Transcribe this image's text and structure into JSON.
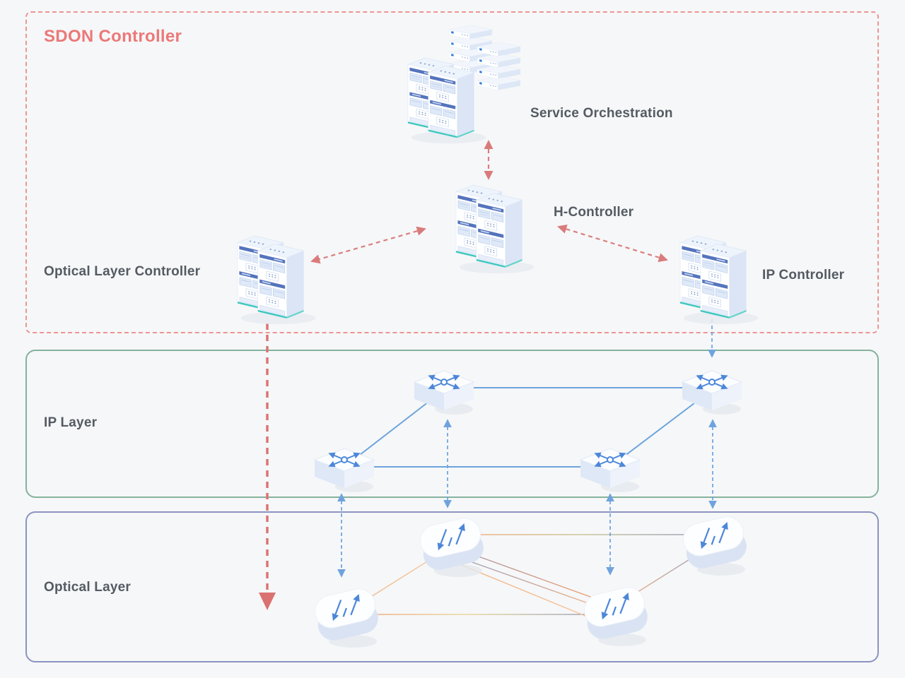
{
  "title": "SDON Controller",
  "labels": {
    "sdon_controller": "SDON Controller",
    "service_orchestration": "Service Orchestration",
    "h_controller": "H-Controller",
    "optical_layer_controller": "Optical Layer Controller",
    "ip_controller": "IP Controller",
    "ip_layer": "IP Layer",
    "optical_layer": "Optical Layer"
  },
  "colors": {
    "background": "#f6f7f8",
    "sdon_border": "#ec9595",
    "ip_layer_border": "#84b29d",
    "optical_layer_border": "#8b94c1",
    "title_text": "#ec7878",
    "label_text": "#555b63",
    "control_arrow_red": "#d97b7b",
    "data_link_blue": "#6ca4dd",
    "dashed_link_blue": "#72a5e2",
    "optical_link_orange": "#f0ad7a",
    "optical_link_gray": "#9aa0ba",
    "server_accent_teal": "#3fc8c0"
  },
  "diagram": {
    "controllers": [
      {
        "id": "service-orchestration",
        "label": "Service Orchestration",
        "icon": "server-rack-cluster-icon"
      },
      {
        "id": "h-controller",
        "label": "H-Controller",
        "icon": "server-rack-pair-icon"
      },
      {
        "id": "optical-layer-controller",
        "label": "Optical Layer Controller",
        "icon": "server-rack-pair-icon"
      },
      {
        "id": "ip-controller",
        "label": "IP Controller",
        "icon": "server-rack-pair-icon"
      }
    ],
    "control_links": [
      {
        "from": "Service Orchestration",
        "to": "H-Controller",
        "style": "red-dashed",
        "bidirectional": true
      },
      {
        "from": "H-Controller",
        "to": "Optical Layer Controller",
        "style": "red-dashed",
        "bidirectional": true
      },
      {
        "from": "H-Controller",
        "to": "IP Controller",
        "style": "red-dashed",
        "bidirectional": true
      },
      {
        "from": "Optical Layer Controller",
        "to": "Optical Layer",
        "style": "red-dashed-heavy",
        "bidirectional": false
      },
      {
        "from": "IP Controller",
        "to": "IP Layer",
        "style": "blue-dashed",
        "bidirectional": false
      }
    ],
    "ip_layer": {
      "label": "IP Layer",
      "router_count": 4,
      "links": [
        "r1-r2",
        "r3-r4",
        "r1-r3",
        "r2-r4"
      ]
    },
    "optical_layer": {
      "label": "Optical Layer",
      "switch_count": 4,
      "links": [
        "o1-o2",
        "o3-o4",
        "o1-o3",
        "o2-o4",
        "o1-o4 (3 parallel wavelengths)"
      ]
    },
    "cross_layer_links": [
      {
        "from": "ip-router-1",
        "to": "optical-switch-1",
        "style": "blue-dashed",
        "bidirectional": true
      },
      {
        "from": "ip-router-2",
        "to": "optical-switch-2",
        "style": "blue-dashed",
        "bidirectional": true
      },
      {
        "from": "ip-router-3",
        "to": "optical-switch-3",
        "style": "blue-dashed",
        "bidirectional": true
      },
      {
        "from": "ip-router-4",
        "to": "optical-switch-4",
        "style": "blue-dashed",
        "bidirectional": true
      }
    ]
  }
}
